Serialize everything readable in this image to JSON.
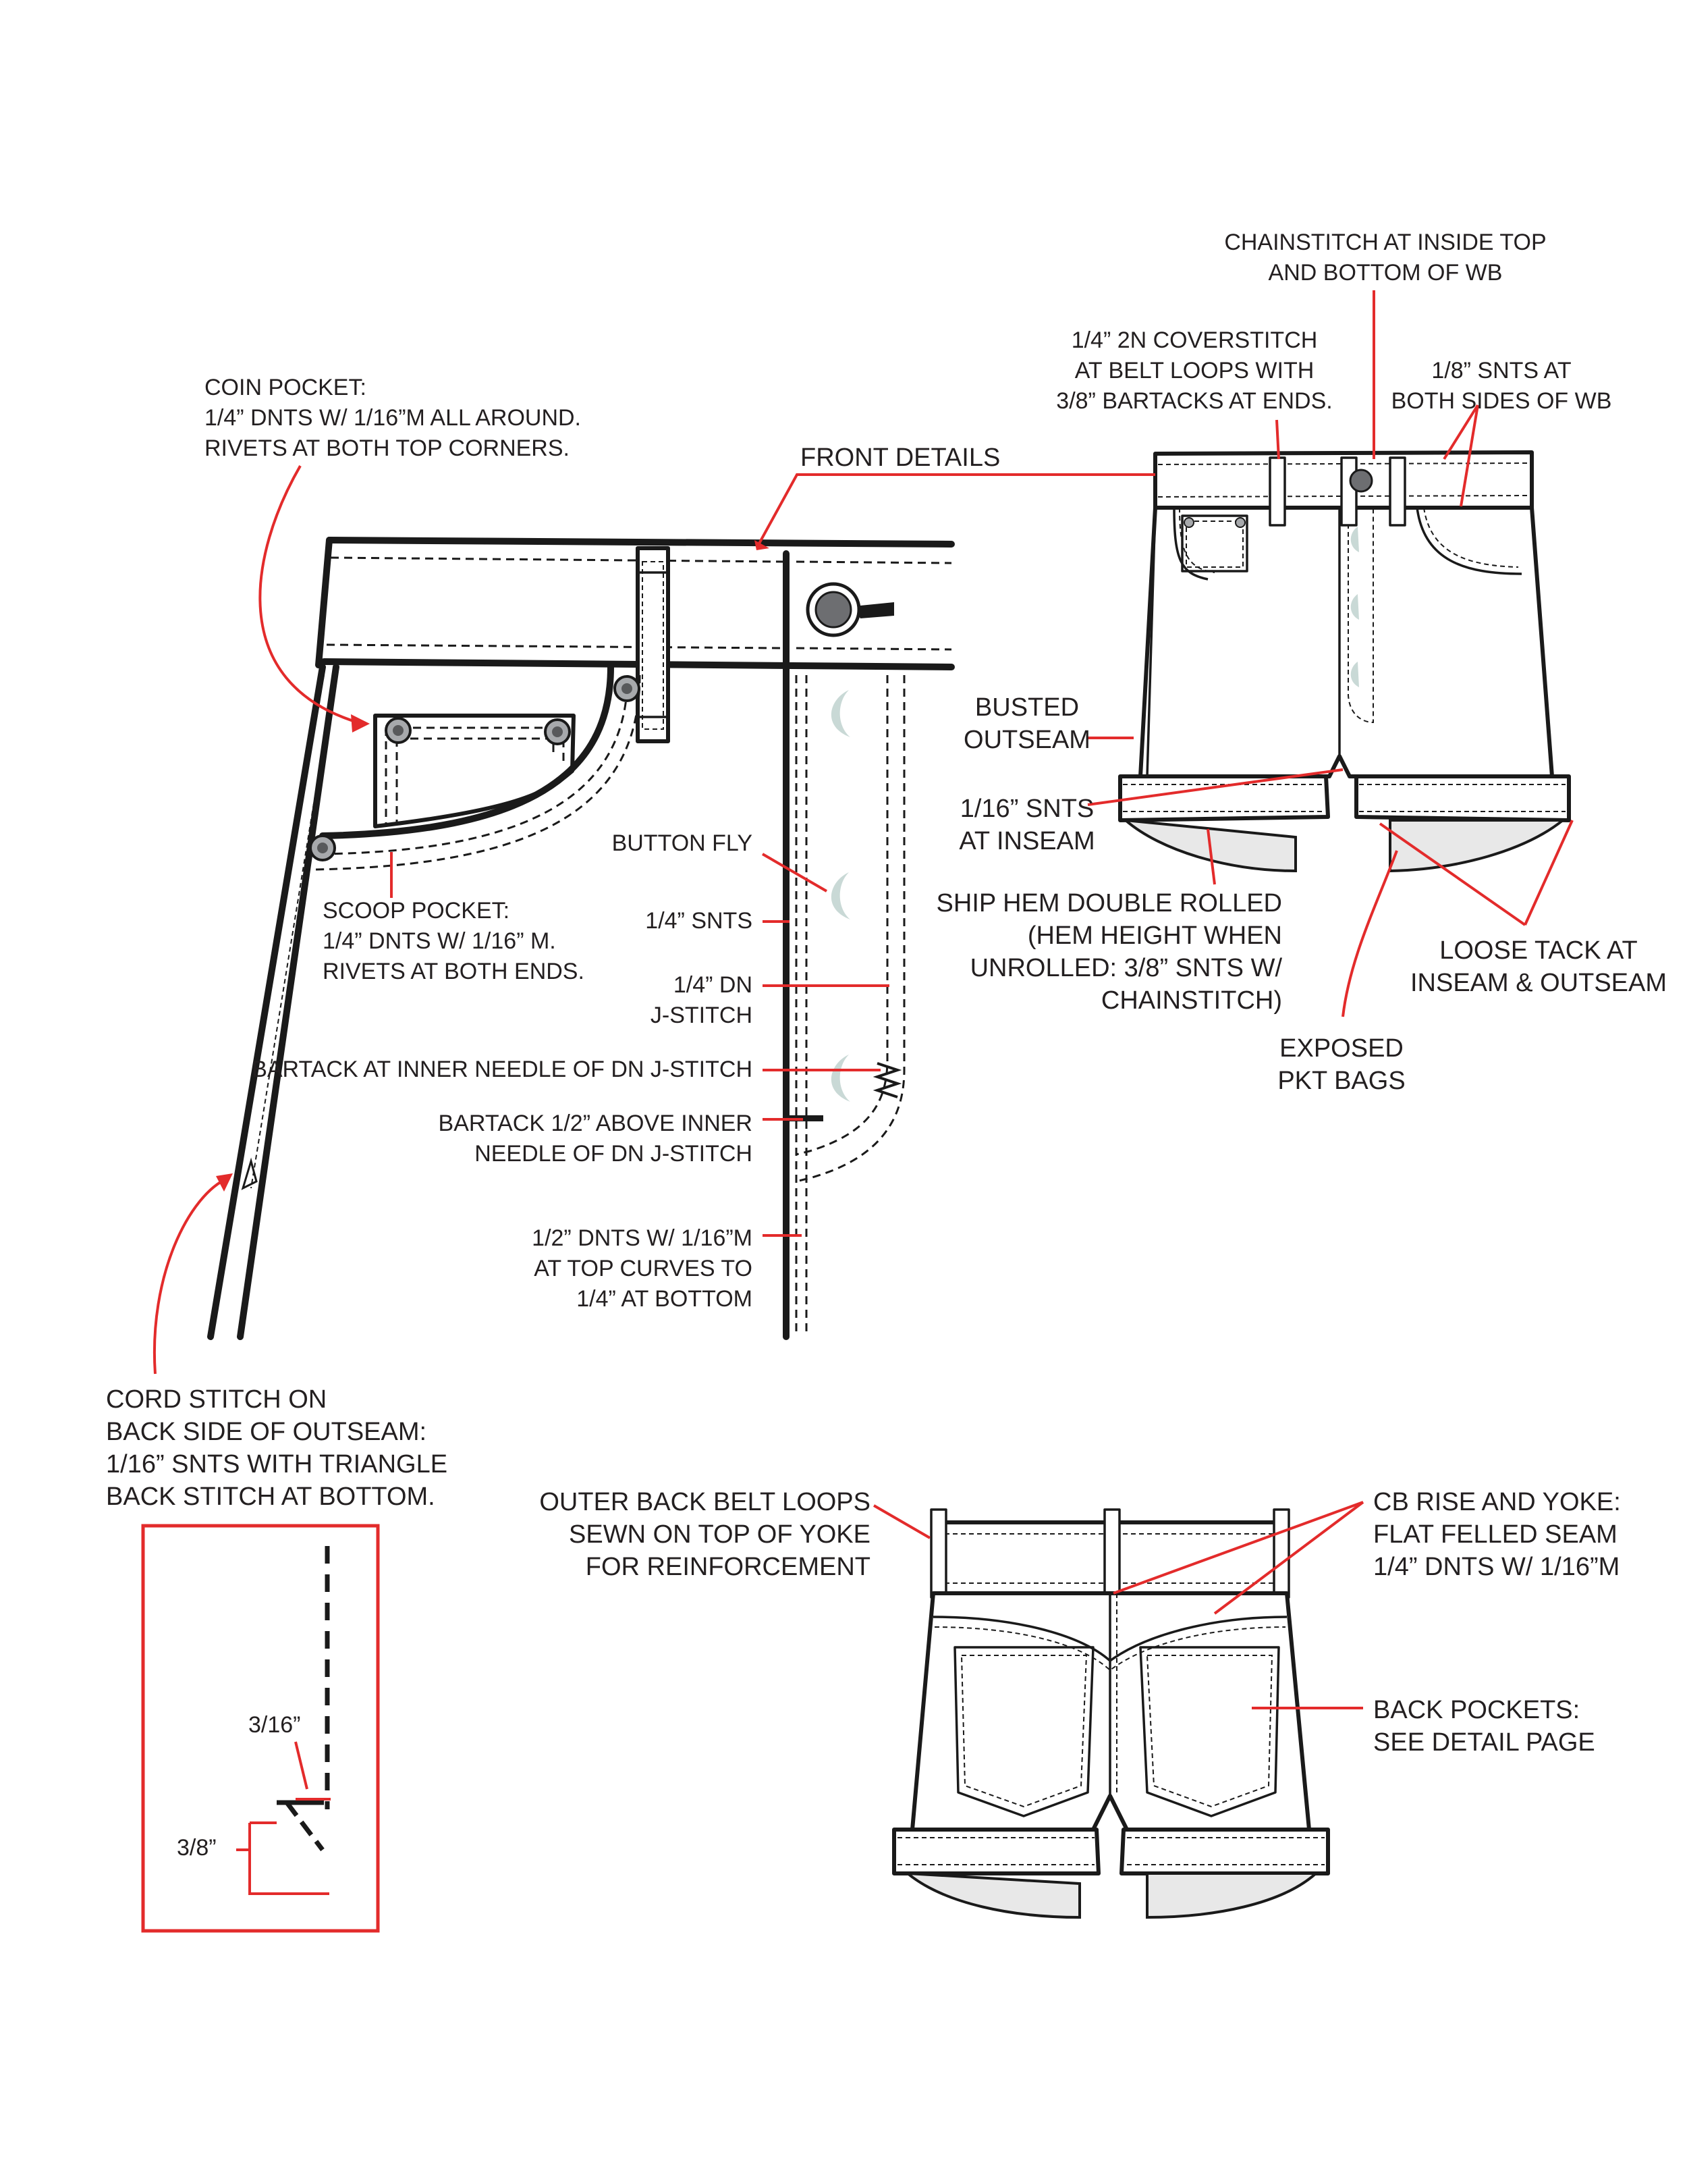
{
  "colors": {
    "line": "#1a1a1a",
    "callout": "#e32b2b",
    "text": "#231f20",
    "pocket_bag": "#e8e8e8",
    "fly_mark": "#c9d9d6"
  },
  "section_title": "FRONT DETAILS",
  "labels": {
    "coin_pocket": [
      "COIN POCKET:",
      "1/4” DNTS W/ 1/16”M ALL AROUND.",
      "RIVETS AT BOTH TOP CORNERS."
    ],
    "scoop_pocket": [
      "SCOOP POCKET:",
      "1/4” DNTS W/ 1/16” M.",
      "RIVETS AT BOTH ENDS."
    ],
    "button_fly": [
      "BUTTON FLY"
    ],
    "snts_quarter": [
      "1/4” SNTS"
    ],
    "dn_jstitch": [
      "1/4” DN",
      "J-STITCH"
    ],
    "bartack_inner": [
      "BARTACK AT INNER NEEDLE OF DN J-STITCH"
    ],
    "bartack_above": [
      "BARTACK 1/2” ABOVE INNER",
      "NEEDLE OF DN J-STITCH"
    ],
    "dnts_curve": [
      "1/2” DNTS W/ 1/16”M",
      "AT TOP CURVES TO",
      "1/4” AT BOTTOM"
    ],
    "cord_stitch": [
      "CORD STITCH ON",
      "BACK SIDE OF OUTSEAM:",
      "1/16” SNTS WITH TRIANGLE",
      "BACK STITCH AT BOTTOM."
    ],
    "chainstitch_wb": [
      "CHAINSTITCH AT INSIDE TOP",
      "AND BOTTOM OF WB"
    ],
    "coverstitch": [
      "1/4” 2N COVERSTITCH",
      "AT BELT LOOPS WITH",
      "3/8” BARTACKS AT ENDS."
    ],
    "snts_wb": [
      "1/8” SNTS AT",
      "BOTH SIDES OF WB"
    ],
    "busted_outseam": [
      "BUSTED",
      "OUTSEAM"
    ],
    "snts_inseam": [
      "1/16” SNTS",
      "AT INSEAM"
    ],
    "ship_hem": [
      "SHIP HEM DOUBLE ROLLED",
      "(HEM HEIGHT WHEN",
      "UNROLLED: 3/8” SNTS W/",
      "CHAINSTITCH)"
    ],
    "loose_tack": [
      "LOOSE TACK AT",
      "INSEAM & OUTSEAM"
    ],
    "exposed_bags": [
      "EXPOSED",
      "PKT BAGS"
    ],
    "back_loops": [
      "OUTER BACK BELT LOOPS",
      "SEWN ON TOP OF YOKE",
      "FOR REINFORCEMENT"
    ],
    "cb_rise": [
      "CB RISE AND YOKE:",
      "FLAT FELLED SEAM",
      "1/4” DNTS W/ 1/16”M"
    ],
    "back_pockets": [
      "BACK POCKETS:",
      "SEE DETAIL PAGE"
    ],
    "dim_316": [
      "3/16”"
    ],
    "dim_38": [
      "3/8”"
    ]
  }
}
